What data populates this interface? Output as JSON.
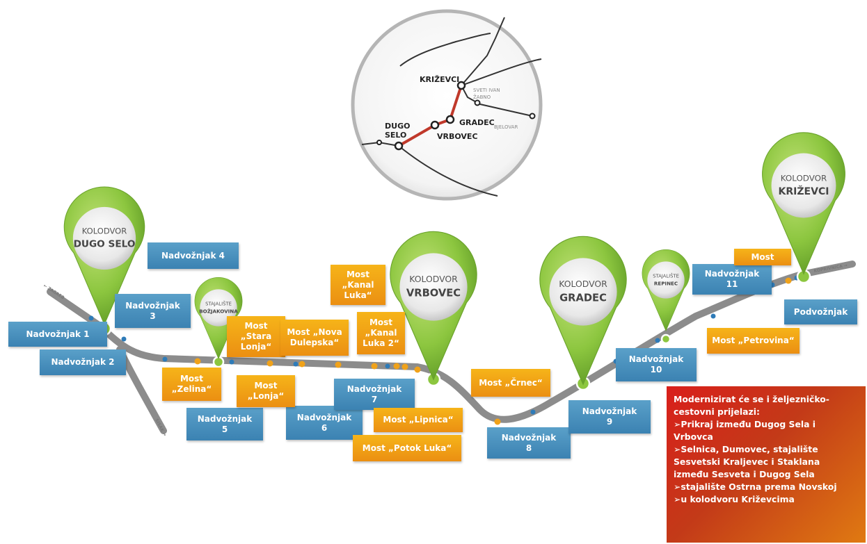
{
  "colors": {
    "track": "#8c8c8c",
    "pin_green": "#8cc63f",
    "label_blue": "#3f86b6",
    "label_orange": "#f0a21a",
    "map_red_line": "#c0392b",
    "info_red": "#d32f2f"
  },
  "inset_map": {
    "cities": {
      "krizevci": "KRIŽEVCI",
      "svetivan": "SVETI IVAN\nŽABNO",
      "gradec": "GRADEC",
      "bjelovar": "BJELOVAR",
      "dugo_selo": "DUGO\nSELO",
      "vrbovec": "VRBOVEC"
    }
  },
  "stations": {
    "dugo_selo": {
      "line1": "KOLODVOR",
      "line2": "DUGO SELO"
    },
    "bozjakovina": {
      "line1": "STAJALIŠTE",
      "line2": "BOŽJAKOVINA"
    },
    "vrbovec": {
      "line1": "KOLODVOR",
      "line2": "VRBOVEC"
    },
    "gradec": {
      "line1": "KOLODVOR",
      "line2": "GRADEC"
    },
    "repinec": {
      "line1": "STAJALIŠTE",
      "line2": "REPINEC"
    },
    "krizevci": {
      "line1": "KOLODVOR",
      "line2": "KRIŽEVCI"
    }
  },
  "directions": {
    "zagreb": "← ZAGREB",
    "sisak": "SISAK →",
    "koprivnica": "KOPRIVNICA →"
  },
  "overpasses": {
    "n1": "Nadvožnjak 1",
    "n2": "Nadvožnjak 2",
    "n3": "Nadvožnjak\n3",
    "n4": "Nadvožnjak 4",
    "n5": "Nadvožnjak\n5",
    "n6": "Nadvožnjak\n6",
    "n7": "Nadvožnjak\n7",
    "n8": "Nadvožnjak\n8",
    "n9": "Nadvožnjak\n9",
    "n10": "Nadvožnjak\n10",
    "n11": "Nadvožnjak\n11",
    "underpass": "Podvožnjak"
  },
  "bridges": {
    "zelina": "Most\n„Zelina“",
    "stara_lonja": "Most\n„Stara\nLonja“",
    "lonja": "Most\n„Lonja“",
    "nova_dulepska": "Most „Nova\nDulepska“",
    "kanal_luka": "Most\n„Kanal\nLuka“",
    "kanal_luka_2": "Most\n„Kanal\nLuka 2“",
    "lipnica": "Most „Lipnica“",
    "potok_luka": "Most „Potok Luka“",
    "crnec": "Most „Črnec“",
    "petrovina": "Most „Petrovina“",
    "most": "Most"
  },
  "info_box": {
    "title": "Modernizirat će se i željezničko-\ncestovni prijelazi:",
    "items": [
      "➢Prikraj između Dugog Sela i\nVrbovca",
      "➢Selnica, Dumovec, stajalište\nSesvetski Kraljevec i Staklana\nizmeđu Sesveta i Dugog Sela",
      "➢stajalište Ostrna prema Novskoj",
      "➢u kolodvoru Križevcima"
    ]
  }
}
